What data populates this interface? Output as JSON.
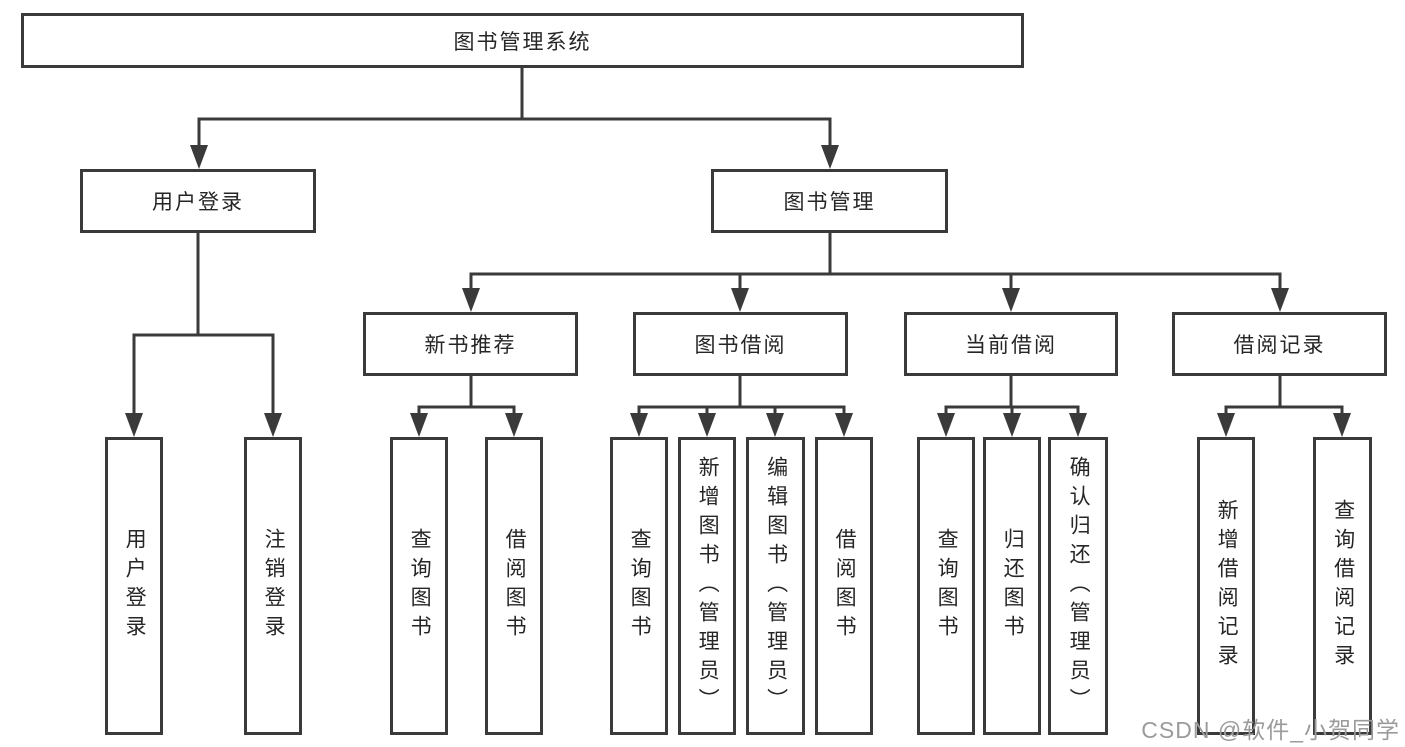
{
  "diagram_type": "hierarchy-tree",
  "tree": {
    "label": "图书管理系统",
    "children": [
      {
        "label": "用户登录",
        "children": [
          {
            "label": "用户登录"
          },
          {
            "label": "注销登录"
          }
        ]
      },
      {
        "label": "图书管理",
        "children": [
          {
            "label": "新书推荐",
            "children": [
              {
                "label": "查询图书"
              },
              {
                "label": "借阅图书"
              }
            ]
          },
          {
            "label": "图书借阅",
            "children": [
              {
                "label": "查询图书"
              },
              {
                "label": "新增图书（管理员）"
              },
              {
                "label": "编辑图书（管理员）"
              },
              {
                "label": "借阅图书"
              }
            ]
          },
          {
            "label": "当前借阅",
            "children": [
              {
                "label": "查询图书"
              },
              {
                "label": "归还图书"
              },
              {
                "label": "确认归还（管理员）"
              }
            ]
          },
          {
            "label": "借阅记录",
            "children": [
              {
                "label": "新增借阅记录"
              },
              {
                "label": "查询借阅记录"
              }
            ]
          }
        ]
      }
    ]
  },
  "watermark": "CSDN @软件_小贺同学",
  "colors": {
    "line": "#3a3a3a",
    "box_border": "#3a3a3a",
    "text": "#262626",
    "watermark": "#9b9b9b",
    "background": "#ffffff"
  }
}
